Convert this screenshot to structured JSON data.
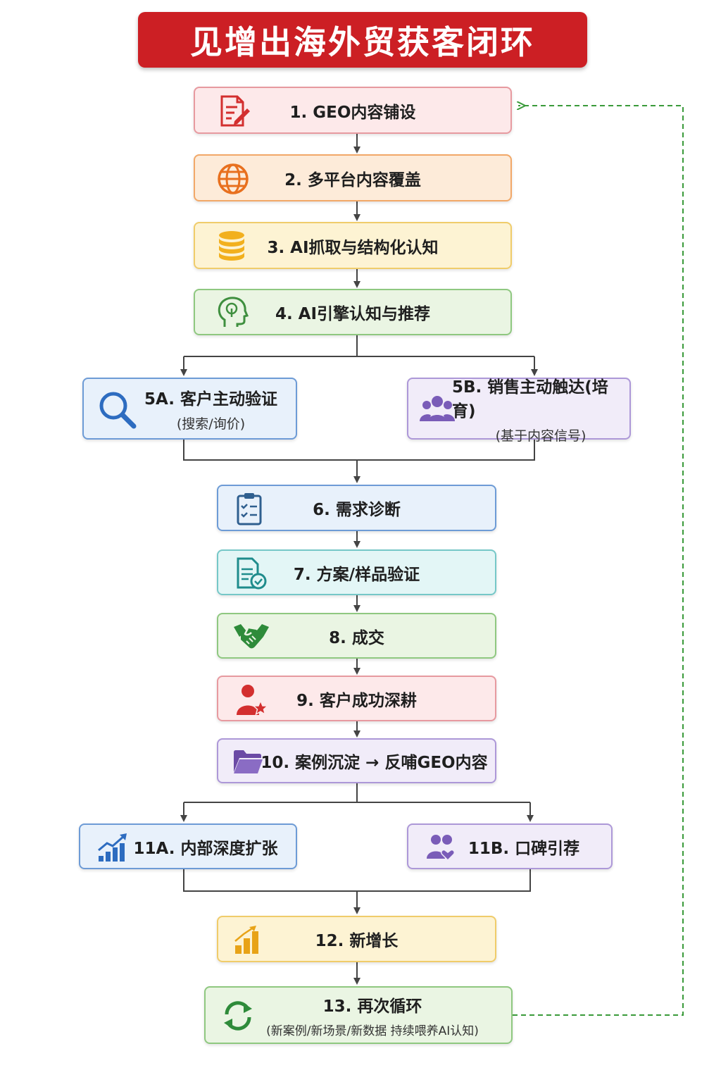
{
  "title": "见增出海外贸获客闭环",
  "steps": {
    "s1": {
      "label": "1. GEO内容铺设",
      "icon": "document-edit-icon"
    },
    "s2": {
      "label": "2. 多平台内容覆盖",
      "icon": "globe-icon"
    },
    "s3": {
      "label": "3. AI抓取与结构化认知",
      "icon": "database-icon"
    },
    "s4": {
      "label": "4. AI引擎认知与推荐",
      "icon": "brain-head-icon"
    },
    "s5a": {
      "label": "5A. 客户主动验证",
      "sub": "(搜索/询价)",
      "icon": "search-icon"
    },
    "s5b": {
      "label": "5B. 销售主动触达(培育)",
      "sub": "(基于内容信号)",
      "icon": "group-icon"
    },
    "s6": {
      "label": "6. 需求诊断",
      "icon": "clipboard-checklist-icon"
    },
    "s7": {
      "label": "7. 方案/样品验证",
      "icon": "document-check-icon"
    },
    "s8": {
      "label": "8. 成交",
      "icon": "handshake-icon"
    },
    "s9": {
      "label": "9. 客户成功深耕",
      "icon": "user-star-icon"
    },
    "s10": {
      "label": "10. 案例沉淀 → 反哺GEO内容",
      "icon": "folder-icon"
    },
    "s11a": {
      "label": "11A. 内部深度扩张",
      "icon": "growth-chart-icon"
    },
    "s11b": {
      "label": "11B. 口碑引荐",
      "icon": "users-heart-icon"
    },
    "s12": {
      "label": "12. 新增长",
      "icon": "bar-chart-icon"
    },
    "s13": {
      "label": "13. 再次循环",
      "sub": "(新案例/新场景/新数据 持续喂养AI认知)",
      "icon": "refresh-cycle-icon"
    }
  },
  "colors": {
    "title_bg": "#cc1f24",
    "arrow": "#444444",
    "loop_arrow": "#3a9a3a"
  }
}
